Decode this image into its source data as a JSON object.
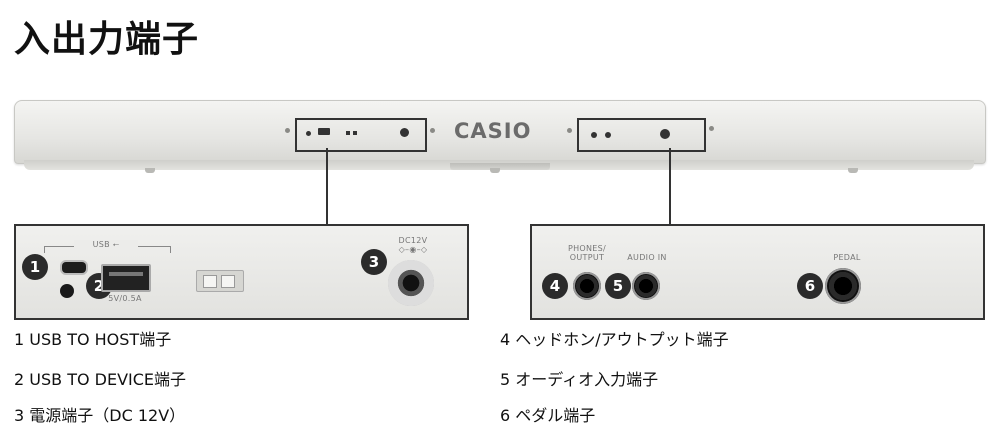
{
  "page": {
    "title": "入出力端子"
  },
  "keyboard": {
    "brand": "CASIO"
  },
  "panel_left": {
    "usb_label": "USB",
    "usb_device_rating": "5V/0.5A",
    "dc_label": "DC12V"
  },
  "panel_right": {
    "phones_label": "PHONES/\nOUTPUT",
    "audio_in_label": "AUDIO IN",
    "pedal_label": "PEDAL"
  },
  "badges": [
    "1",
    "2",
    "3",
    "4",
    "5",
    "6"
  ],
  "captions": [
    "1 USB TO HOST端子",
    "2 USB TO DEVICE端子",
    "3 電源端子（DC 12V）",
    "4 ヘッドホン/アウトプット端子",
    "5 オーディオ入力端子",
    "6 ペダル端子"
  ]
}
